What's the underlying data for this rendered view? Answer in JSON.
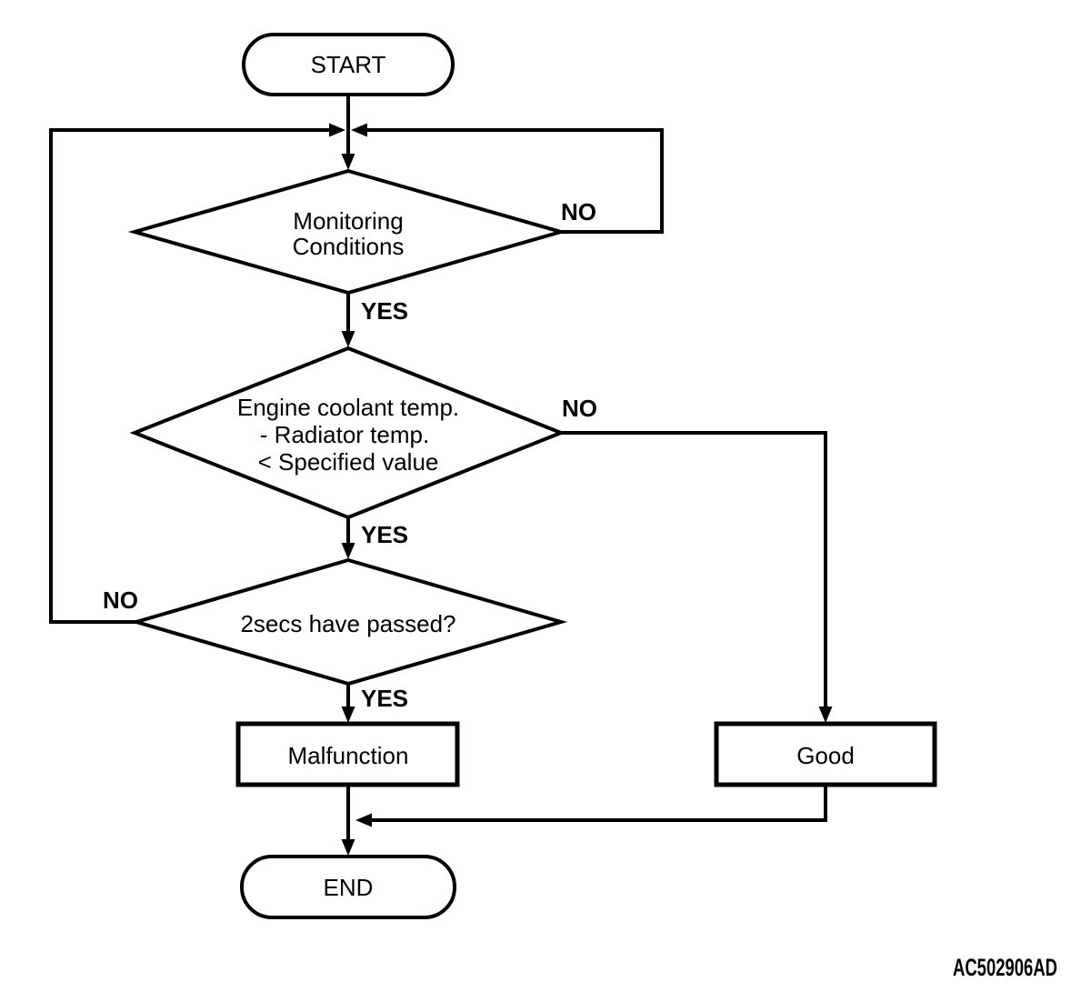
{
  "nodes": {
    "start": {
      "label": "START"
    },
    "monitoring": {
      "line1": "Monitoring",
      "line2": "Conditions"
    },
    "coolant": {
      "line1": "Engine coolant temp.",
      "line2": "- Radiator temp.",
      "line3": "< Specified value"
    },
    "timer": {
      "line1": "2secs have passed?"
    },
    "malfunction": {
      "label": "Malfunction"
    },
    "good": {
      "label": "Good"
    },
    "end": {
      "label": "END"
    }
  },
  "labels": {
    "monitoring_no": "NO",
    "monitoring_yes": "YES",
    "coolant_no": "NO",
    "coolant_yes": "YES",
    "timer_no": "NO",
    "timer_yes": "YES",
    "figure_code": "AC502906AD"
  },
  "colors": {
    "ink": "#000000",
    "background": "#ffffff"
  }
}
